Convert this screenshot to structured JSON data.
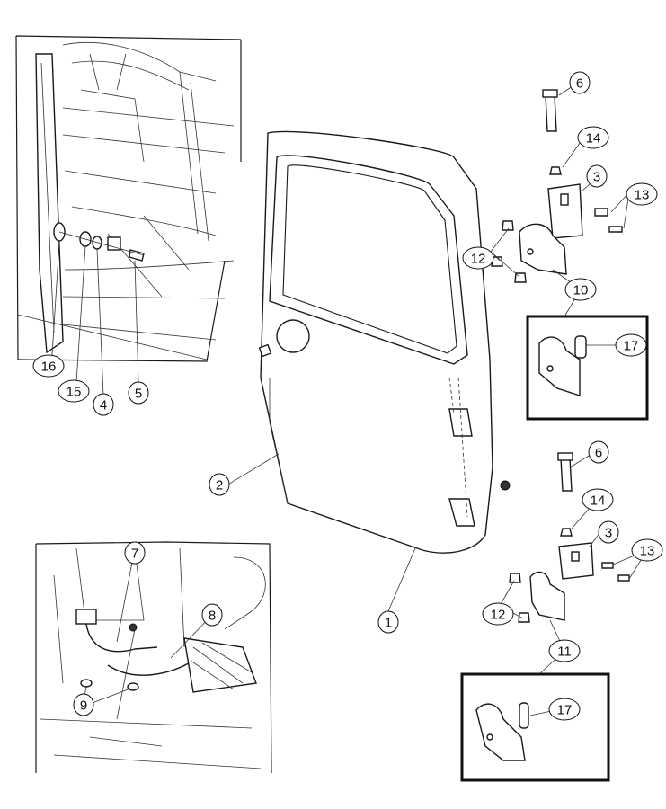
{
  "diagram": {
    "callouts": [
      {
        "id": "c1",
        "label": "1"
      },
      {
        "id": "c2",
        "label": "2"
      },
      {
        "id": "c3a",
        "label": "3"
      },
      {
        "id": "c3b",
        "label": "3"
      },
      {
        "id": "c4",
        "label": "4"
      },
      {
        "id": "c5",
        "label": "5"
      },
      {
        "id": "c6a",
        "label": "6"
      },
      {
        "id": "c6b",
        "label": "6"
      },
      {
        "id": "c7",
        "label": "7"
      },
      {
        "id": "c8",
        "label": "8"
      },
      {
        "id": "c9",
        "label": "9"
      },
      {
        "id": "c10",
        "label": "10"
      },
      {
        "id": "c11",
        "label": "11"
      },
      {
        "id": "c12a",
        "label": "12"
      },
      {
        "id": "c12b",
        "label": "12"
      },
      {
        "id": "c13a",
        "label": "13"
      },
      {
        "id": "c13b",
        "label": "13"
      },
      {
        "id": "c14a",
        "label": "14"
      },
      {
        "id": "c14b",
        "label": "14"
      },
      {
        "id": "c15",
        "label": "15"
      },
      {
        "id": "c16",
        "label": "16"
      },
      {
        "id": "c17a",
        "label": "17"
      },
      {
        "id": "c17b",
        "label": "17"
      }
    ]
  }
}
